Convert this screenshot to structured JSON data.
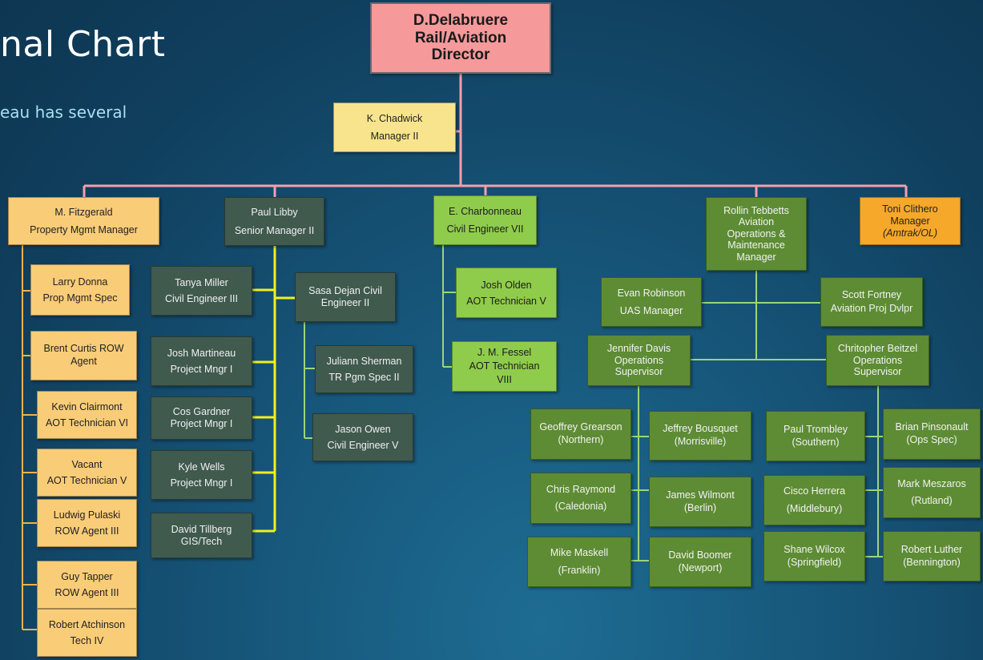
{
  "title": "nal Chart",
  "subtitle": "eau has several",
  "colors": {
    "director": "#f5999a",
    "manager_line": "#f1a0ad",
    "property_line": "#e9b44c",
    "libby_line": "#f2ef1d",
    "green_line": "#9fd37a",
    "aviation": "#5d8c34"
  },
  "director": {
    "name": "D.Delabruere",
    "title1": "Rail/Aviation",
    "title2": "Director"
  },
  "assistant": {
    "name": "K. Chadwick",
    "title": "Manager II"
  },
  "managers": [
    {
      "name": "M. Fitzgerald",
      "title": "Property Mgmt Manager"
    },
    {
      "name": "Paul Libby",
      "title": "Senior Manager II"
    },
    {
      "name": "E. Charbonneau",
      "title": "Civil Engineer VII"
    },
    {
      "name": "Rollin Tebbetts",
      "l2": "Aviation",
      "l3": "Operations &",
      "l4": "Maintenance",
      "l5": "Manager"
    },
    {
      "name": "Toni Clithero",
      "title": "Manager",
      "note": "(Amtrak/OL)"
    }
  ],
  "property_staff": [
    {
      "name": "Larry Donna",
      "title": "Prop Mgmt Spec"
    },
    {
      "name": "Brent Curtis   ROW",
      "title": "Agent"
    },
    {
      "name": "Kevin Clairmont",
      "title": "AOT Technician VI"
    },
    {
      "name": "Vacant",
      "title": "AOT Technician V"
    },
    {
      "name": "Ludwig Pulaski",
      "title": "ROW Agent III"
    },
    {
      "name": "Guy Tapper",
      "title": "ROW Agent III"
    },
    {
      "name": "Robert Atchinson",
      "title": "Tech IV"
    }
  ],
  "libby_staff": [
    {
      "name": "Tanya Miller",
      "title": "Civil Engineer III"
    },
    {
      "name": "Josh Martineau",
      "title": "Project Mngr I"
    },
    {
      "name": "Cos Gardner",
      "title": "Project Mngr I"
    },
    {
      "name": "Kyle Wells",
      "title": "Project Mngr I"
    },
    {
      "name": "David Tillberg",
      "title": "GIS/Tech"
    }
  ],
  "dejan": {
    "name": "Sasa Dejan      Civil",
    "title": "Engineer II"
  },
  "dejan_staff": [
    {
      "name": "Juliann Sherman",
      "title": "TR Pgm Spec II"
    },
    {
      "name": "Jason Owen",
      "title": "Civil Engineer V"
    }
  ],
  "charbonneau_staff": [
    {
      "name": "Josh Olden",
      "title": "AOT Technician V"
    },
    {
      "name": "J. M. Fessel",
      "title": "AOT Technician",
      "title2": "VIII"
    }
  ],
  "aviation_top": [
    {
      "name": "Evan Robinson",
      "title": "UAS Manager"
    },
    {
      "name": "Scott Fortney",
      "title": "Aviation Proj Dvlpr"
    }
  ],
  "supervisors": [
    {
      "name": "Jennifer Davis",
      "l2": "Operations",
      "l3": "Supervisor"
    },
    {
      "name": "Chritopher Beitzel",
      "l2": "Operations",
      "l3": "Supervisor"
    }
  ],
  "davis_staff": [
    {
      "name": "Geoffrey Grearson",
      "area": "(Northern)"
    },
    {
      "name": "Jeffrey Bousquet",
      "area": "(Morrisville)"
    },
    {
      "name": "Chris Raymond",
      "area": "(Caledonia)"
    },
    {
      "name": "James Wilmont",
      "area": "(Berlin)"
    },
    {
      "name": "Mike Maskell",
      "area": "(Franklin)"
    },
    {
      "name": "David Boomer",
      "area": "(Newport)"
    }
  ],
  "beitzel_staff": [
    {
      "name": "Paul Trombley",
      "area": "(Southern)"
    },
    {
      "name": "Brian Pinsonault",
      "area": "(Ops Spec)"
    },
    {
      "name": "Cisco Herrera",
      "area": "(Middlebury)"
    },
    {
      "name": "Mark Meszaros",
      "area": "(Rutland)"
    },
    {
      "name": "Shane Wilcox",
      "area": "(Springfield)"
    },
    {
      "name": "Robert Luther",
      "area": "(Bennington)"
    }
  ]
}
